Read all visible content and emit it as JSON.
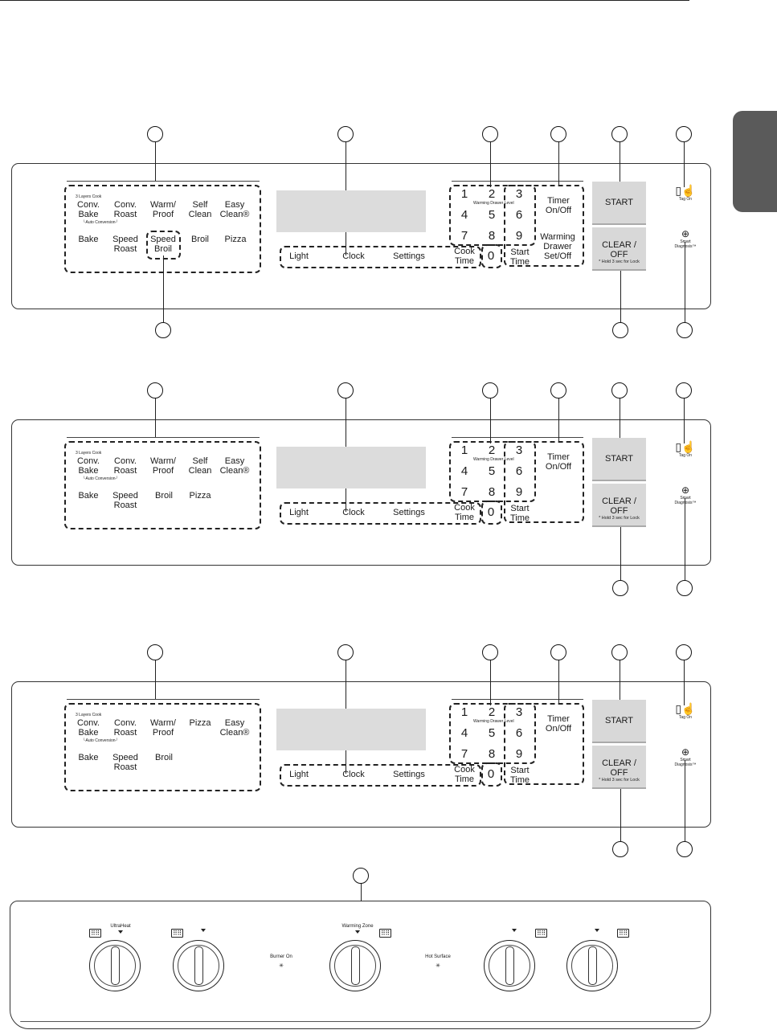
{
  "panel1": {
    "modes": [
      {
        "top": "3 Layers Cook",
        "label": [
          "Conv.",
          "Bake"
        ],
        "sub": "└Auto Conversion┘"
      },
      {
        "label": [
          "Conv.",
          "Roast"
        ]
      },
      {
        "label": [
          "Warm/",
          "Proof"
        ]
      },
      {
        "label": [
          "Self",
          "Clean"
        ]
      },
      {
        "label": [
          "Easy",
          "Clean®"
        ]
      },
      {
        "label": [
          "Bake"
        ]
      },
      {
        "label": [
          "Speed",
          "Roast"
        ]
      },
      {
        "label": [
          "Speed",
          "Broil"
        ]
      },
      {
        "label": [
          "Broil"
        ]
      },
      {
        "label": [
          "Pizza"
        ]
      }
    ],
    "bottom_keys": [
      "Light",
      "Clock",
      "Settings"
    ],
    "cook_time": [
      "Cook",
      "Time"
    ],
    "numbers": [
      "1",
      "2",
      "3",
      "4",
      "5",
      "6",
      "7",
      "8",
      "9",
      "0"
    ],
    "warming_drawer_level": "Warming Drawer Level",
    "timer": [
      "Timer",
      "On/Off"
    ],
    "warming_drawer": [
      "Warming",
      "Drawer",
      "Set/Off"
    ],
    "start_time": [
      "Start",
      "Time"
    ],
    "start_button": "START",
    "clear_button": "CLEAR / OFF",
    "clear_hold": "* Hold 3 sec for Lock",
    "tag_on": "Tag On",
    "smart_diagnosis": "Smart\nDiagnosis™"
  },
  "panel2": {
    "modes": [
      {
        "top": "3 Layers Cook",
        "label": [
          "Conv.",
          "Bake"
        ],
        "sub": "└Auto Conversion┘"
      },
      {
        "label": [
          "Conv.",
          "Roast"
        ]
      },
      {
        "label": [
          "Warm/",
          "Proof"
        ]
      },
      {
        "label": [
          "Self",
          "Clean"
        ]
      },
      {
        "label": [
          "Easy",
          "Clean®"
        ]
      },
      {
        "label": [
          "Bake"
        ]
      },
      {
        "label": [
          "Speed",
          "Roast"
        ]
      },
      {
        "label": [
          "Broil"
        ]
      },
      {
        "label": [
          "Pizza"
        ]
      }
    ],
    "bottom_keys": [
      "Light",
      "Clock",
      "Settings"
    ],
    "cook_time": [
      "Cook",
      "Time"
    ],
    "numbers": [
      "1",
      "2",
      "3",
      "4",
      "5",
      "6",
      "7",
      "8",
      "9",
      "0"
    ],
    "warming_drawer_level": "Warming Drawer Level",
    "timer": [
      "Timer",
      "On/Off"
    ],
    "start_time": [
      "Start",
      "Time"
    ],
    "start_button": "START",
    "clear_button": "CLEAR / OFF",
    "clear_hold": "* Hold 3 sec for Lock",
    "tag_on": "Tag On",
    "smart_diagnosis": "Smart\nDiagnosis™"
  },
  "panel3": {
    "modes": [
      {
        "top": "3 Layers Cook",
        "label": [
          "Conv.",
          "Bake"
        ],
        "sub": "└Auto Conversion┘"
      },
      {
        "label": [
          "Conv.",
          "Roast"
        ]
      },
      {
        "label": [
          "Warm/",
          "Proof"
        ]
      },
      {
        "label": [
          "Pizza"
        ]
      },
      {
        "label": [
          "Easy",
          "Clean®"
        ]
      },
      {
        "label": [
          "Bake"
        ]
      },
      {
        "label": [
          "Speed",
          "Roast"
        ]
      },
      {
        "label": [
          "Broil"
        ]
      }
    ],
    "bottom_keys": [
      "Light",
      "Clock",
      "Settings"
    ],
    "cook_time": [
      "Cook",
      "Time"
    ],
    "numbers": [
      "1",
      "2",
      "3",
      "4",
      "5",
      "6",
      "7",
      "8",
      "9",
      "0"
    ],
    "warming_drawer_level": "Warming Drawer Level",
    "timer": [
      "Timer",
      "On/Off"
    ],
    "start_time": [
      "Start",
      "Time"
    ],
    "start_button": "START",
    "clear_button": "CLEAR / OFF",
    "clear_hold": "* Hold 3 sec for Lock",
    "tag_on": "Tag On",
    "smart_diagnosis": "Smart\nDiagnosis™"
  },
  "cooktop": {
    "ultraheat": "UltraHeat",
    "burner_on": "Burner On",
    "warming_zone": "Warming Zone",
    "hot_surface": "Hot Surface",
    "burner_icon": "⠿⠿"
  }
}
